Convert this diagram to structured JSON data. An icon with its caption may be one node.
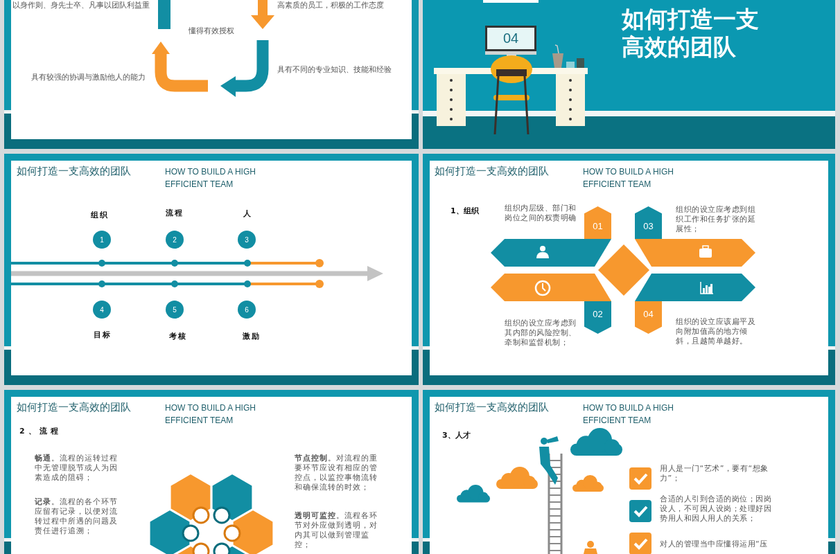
{
  "diagram": {
    "nodes": [
      {
        "text": [
          "04"
        ]
      },
      {
        "text": [
          "1"
        ]
      },
      {
        "text": [
          "2"
        ]
      },
      {
        "text": [
          "3"
        ]
      },
      {
        "text": [
          "4"
        ]
      },
      {
        "text": [
          "5"
        ]
      },
      {
        "text": [
          "6"
        ]
      },
      {
        "text": [
          "01"
        ]
      },
      {
        "text": [
          "02"
        ]
      },
      {
        "text": [
          "03"
        ]
      },
      {
        "text": [
          "04"
        ]
      }
    ],
    "labels": [
      "以身作则、身先士卒、凡事以团队利益重",
      "高素质的员工，积极的工作态度",
      "懂得有效授权",
      "具有较强的协调与激励他人的能力",
      "具有不同的专业知识、技能和经验",
      "如何打造一支高效的团队",
      "如何打造一支高效的团队",
      "HOW TO BUILD A HIGH EFFICIENT TEAM",
      "组织",
      "流程",
      "人",
      "目标",
      "考核",
      "激励",
      "如何打造一支高效的团队",
      "HOW TO BUILD A HIGH EFFICIENT TEAM",
      "1、组织",
      "组织内层级、部门和岗位之间的权责明确",
      "组织的设立应考虑到组织工作和任务扩张的延展性；",
      "组织的设立应考虑到其内部的风险控制、牵制和监督机制；",
      "组织的设立应该扁平及向附加值高的地方倾斜，且越简单越好。",
      "如何打造一支高效的团队",
      "HOW TO BUILD A HIGH EFFICIENT TEAM",
      "2、流程",
      "**畅通**。流程的运转过程中无管理脱节或人为因素造成的阻碍；",
      "**节点控制**。对流程的重要环节应设有相应的管控点，以监控事物流转和确保流转的时效；",
      "**记录**。流程的各个环节应留有记录，以便对流转过程中所遇的问题及责任进行追溯；",
      "**透明可监控**。流程各环节对外应做到透明，对内其可以做到管理监控；",
      "如何打造一支高效的团队",
      "HOW TO BUILD A HIGH EFFICIENT TEAM",
      "3、人才",
      "用人是一门“艺术”，要有“想象力”；",
      "合适的人引到合适的岗位；因岗设人，不可因人设岗；处理好因势用人和因人用人的关系；",
      "对人的管理当中应懂得运用“压"
    ]
  }
}
